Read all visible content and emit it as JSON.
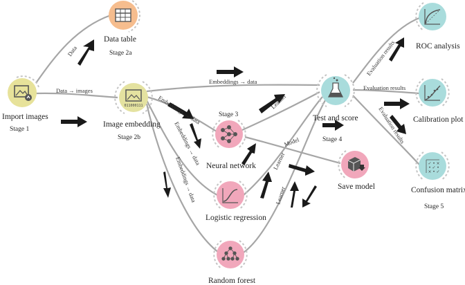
{
  "nodes": {
    "import": {
      "name": "Import images",
      "stage": "Stage 1",
      "color": "#e7e29a",
      "icon": "image-upload-icon"
    },
    "table": {
      "name": "Data table",
      "stage": "Stage 2a",
      "color": "#f6bd8e",
      "icon": "table-icon"
    },
    "embedding": {
      "name": "Image embedding",
      "stage": "Stage 2b",
      "color": "#e4e2a0",
      "icon": "image-embedding-icon",
      "icon_text": "011000111"
    },
    "neural": {
      "name": "Neural network",
      "stage": "Stage 3",
      "color": "#f1a7bb",
      "icon": "neural-network-icon"
    },
    "logistic": {
      "name": "Logistic regression",
      "color": "#f1a7bb",
      "icon": "sigmoid-curve-icon"
    },
    "forest": {
      "name": "Random forest",
      "color": "#f1a7bb",
      "icon": "tree-icon"
    },
    "test": {
      "name": "Test and score",
      "stage": "Stage 4",
      "color": "#a9dcdc",
      "icon": "flask-icon"
    },
    "save": {
      "name": "Save model",
      "color": "#f1a7bb",
      "icon": "save-box-icon"
    },
    "roc": {
      "name": "ROC analysis",
      "color": "#a9dcdc",
      "icon": "roc-curve-icon"
    },
    "calib": {
      "name": "Calibration plot",
      "color": "#a9dcdc",
      "icon": "calibration-plot-icon"
    },
    "confusion": {
      "name": "Confusion matrix",
      "stage": "Stage 5",
      "color": "#a9dcdc",
      "icon": "confusion-matrix-icon"
    }
  },
  "edges": {
    "data": "Data",
    "data_images": "Data → images",
    "emb_data_top": "Embeddings → data",
    "emb_data_1": "Embeddings → data",
    "emb_data_2": "Embeddings → data",
    "emb_data_3": "Embeddings → data",
    "learner_1": "Learner",
    "learner_2": "Learner",
    "learner_3": "Learner",
    "model": "Model",
    "eval_1": "Evaluation results",
    "eval_2": "Evaluation results",
    "eval_3": "Evaluation results"
  },
  "colors": {
    "link": "#a6a6a6",
    "arrow": "#1a1a1a",
    "ring": "#c4c4c4"
  }
}
